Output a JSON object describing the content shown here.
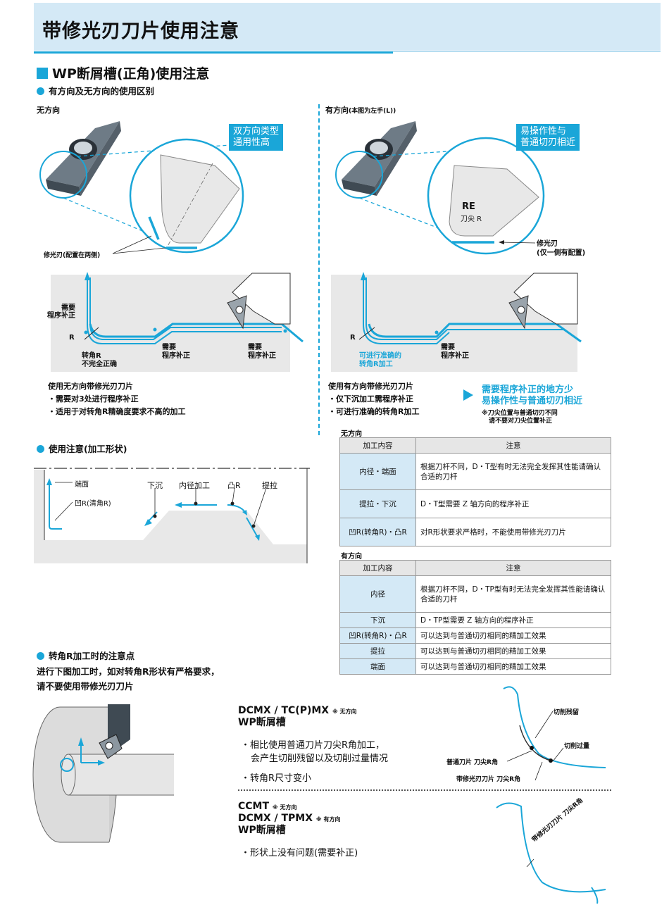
{
  "title": "带修光刃刀片使用注意",
  "section1": {
    "heading": "WP断屑槽(正角)使用注意",
    "sub": "有方向及无方向的使用区别",
    "left": {
      "label": "无方向",
      "callout": [
        "双方向类型",
        "通用性高"
      ],
      "wiper_note": "修光刃(配置在两侧)",
      "diag_labels": {
        "need1": [
          "需要",
          "程序补正"
        ],
        "r": "R",
        "corner": [
          "转角R",
          "不完全正确"
        ],
        "need2": [
          "需要",
          "程序补正"
        ],
        "need3": [
          "需要",
          "程序补正"
        ]
      },
      "desc_title": "使用无方向带修光刃刀片",
      "bullets": [
        "・需要对3处进行程序补正",
        "・适用于对转角R精确度要求不高的加工"
      ]
    },
    "right": {
      "label": "有方向",
      "label_note": "(本图为左手(L))",
      "callout": [
        "易操作性与",
        "普通切刃相近"
      ],
      "re_label": "RE",
      "re_sub": "刀尖 R",
      "wiper_note": [
        "修光刃",
        "(仅一侧有配置)"
      ],
      "diag_labels": {
        "r": "R",
        "corner": [
          "可进行准确的",
          "转角R加工"
        ],
        "need": [
          "需要",
          "程序补正"
        ]
      },
      "desc_title": "使用有方向带修光刃刀片",
      "bullets": [
        "・仅下沉加工需程序补正",
        "・可进行准确的转角R加工"
      ],
      "summary": [
        "需要程序补正的地方少",
        "易操作性与普通切刃相近"
      ],
      "summary_note": [
        "※刀尖位置与普通切刃不同",
        "请不要对刀尖位置补正"
      ]
    }
  },
  "section2": {
    "heading": "使用注意(加工形状)",
    "labels": {
      "face": "端面",
      "concave": "凹R(清角R)",
      "plunge": "下沉",
      "id": "内径加工",
      "convex": "凸R",
      "pull": "提拉"
    }
  },
  "tables": {
    "header": [
      "加工内容",
      "注意"
    ],
    "nondir": {
      "label": "无方向",
      "rows": [
        [
          "内径・端面",
          "根据刀杆不同，D・T型有时无法完全发挥其性能请确认合适的刀杆"
        ],
        [
          "提拉・下沉",
          "D・T型需要 Z 轴方向的程序补正"
        ],
        [
          "凹R(转角R)・凸R",
          "对R形状要求严格时，不能使用带修光刃刀片"
        ]
      ]
    },
    "dir": {
      "label": "有方向",
      "rows": [
        [
          "内径",
          "根据刀杆不同，D・TP型有时无法完全发挥其性能请确认合适的刀杆"
        ],
        [
          "下沉",
          "D・TP型需要 Z 轴方向的程序补正"
        ],
        [
          "凹R(转角R)・凸R",
          "可以达到与普通切刃相同的精加工效果"
        ],
        [
          "提拉",
          "可以达到与普通切刃相同的精加工效果"
        ],
        [
          "端面",
          "可以达到与普通切刃相同的精加工效果"
        ]
      ]
    }
  },
  "section3": {
    "heading": "转角R加工时的注意点",
    "text": [
      "进行下图加工时，如对转角R形状有严格要求，",
      "请不要使用带修光刃刀片"
    ],
    "block1": {
      "model": "DCMX / TC(P)MX",
      "model_note": "※ 无方向",
      "chip": "WP断屑槽",
      "bullets": [
        "・相比使用普通刀片刀尖R角加工，",
        "会产生切削残留以及切削过量情况",
        "・转角R尺寸变小"
      ],
      "labels": {
        "residual": "切削残留",
        "over": "切削过量",
        "normal": "普通刀片 刀尖R角",
        "wiper": "带修光刃刀片 刀尖R角"
      }
    },
    "block2": {
      "model1": "CCMT",
      "model1_note": "※ 无方向",
      "model2": "DCMX / TPMX",
      "model2_note": "※ 有方向",
      "chip": "WP断屑槽",
      "bullet": "・形状上没有问题(需要补正)",
      "label": "带修光刃刀片 刀尖R角"
    }
  },
  "colors": {
    "accent": "#1aa6d8",
    "banner": "#d4e9f6",
    "diagram_bg": "#e8e8e8"
  }
}
